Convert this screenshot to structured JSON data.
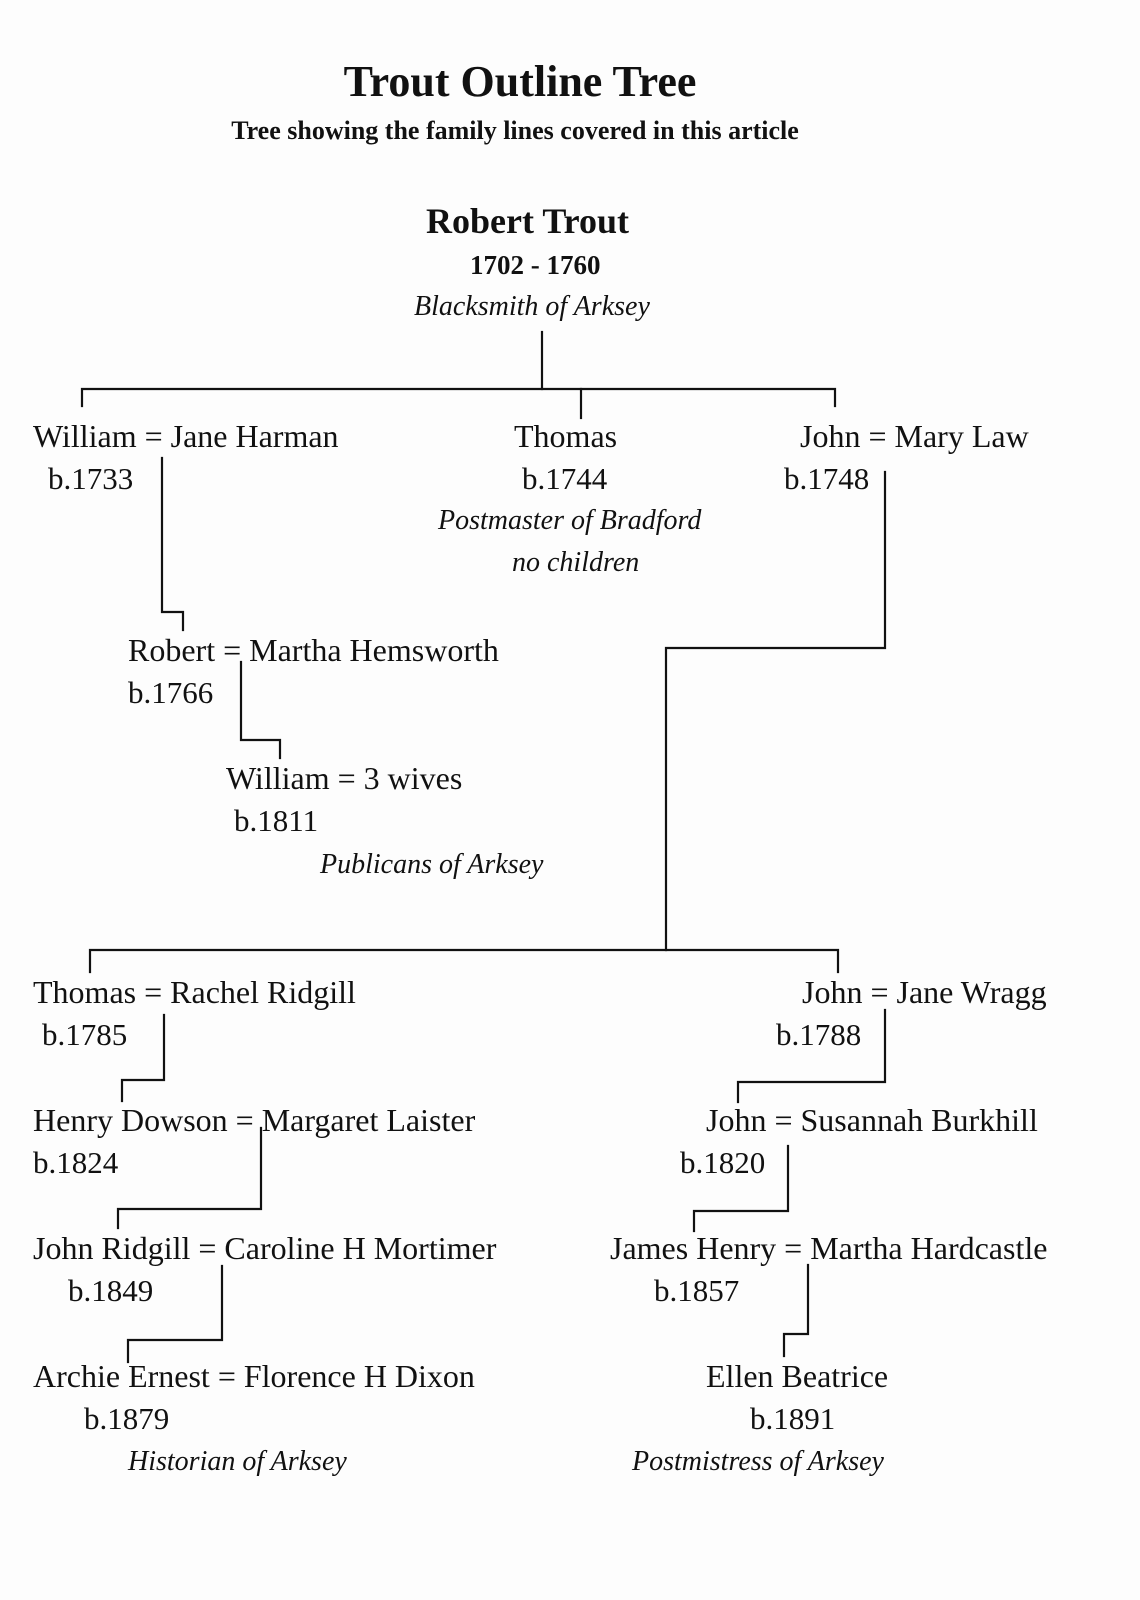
{
  "title": "Trout Outline Tree",
  "subtitle": "Tree showing the family lines covered in this article",
  "root": {
    "name": "Robert Trout",
    "dates": "1702 - 1760",
    "note": "Blacksmith of Arksey"
  },
  "gen1": {
    "william": {
      "name": "William = Jane Harman",
      "birth": "b.1733"
    },
    "thomas": {
      "name": "Thomas",
      "birth": "b.1744",
      "note1": "Postmaster of Bradford",
      "note2": "no children"
    },
    "john": {
      "name": "John = Mary Law",
      "birth": "b.1748"
    }
  },
  "left_branch": {
    "robert": {
      "name": "Robert = Martha Hemsworth",
      "birth": "b.1766"
    },
    "william": {
      "name": "William = 3 wives",
      "birth": "b.1811",
      "note": "Publicans of Arksey"
    }
  },
  "lower_left": {
    "thomas": {
      "name": "Thomas = Rachel Ridgill",
      "birth": "b.1785"
    },
    "henry": {
      "name": "Henry Dowson = Margaret Laister",
      "birth": "b.1824"
    },
    "john_ridgill": {
      "name": "John Ridgill = Caroline H Mortimer",
      "birth": "b.1849"
    },
    "archie": {
      "name": "Archie Ernest = Florence H Dixon",
      "birth": "b.1879",
      "note": "Historian of Arksey"
    }
  },
  "lower_right": {
    "john": {
      "name": "John = Jane Wragg",
      "birth": "b.1788"
    },
    "john2": {
      "name": "John = Susannah Burkhill",
      "birth": "b.1820"
    },
    "james": {
      "name": "James Henry = Martha Hardcastle",
      "birth": "b.1857"
    },
    "ellen": {
      "name": "Ellen Beatrice",
      "birth": "b.1891",
      "note": "Postmistress of Arksey"
    }
  }
}
